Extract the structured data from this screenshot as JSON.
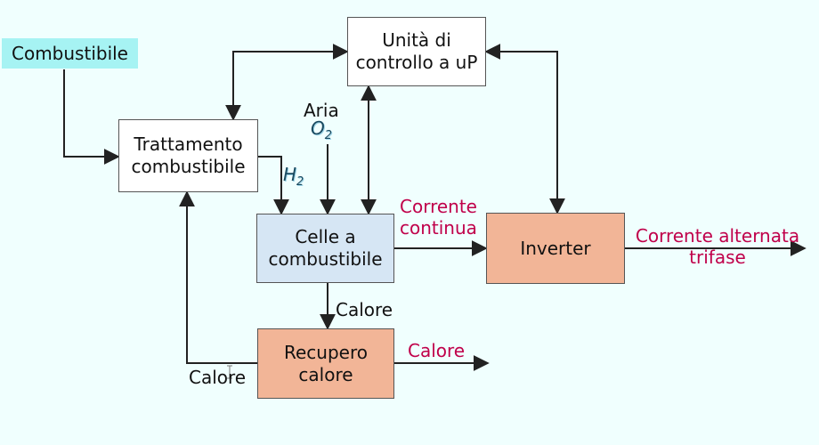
{
  "boxes": {
    "combustibile": "Combustibile",
    "unita": "Unità di\ncontrollo a uP",
    "trattamento": "Trattamento\ncombustibile",
    "celle": "Celle a\ncombustibile",
    "inverter": "Inverter",
    "recupero": "Recupero\ncalore"
  },
  "labels": {
    "aria": "Aria",
    "o2_symbol": "O",
    "o2_sub": "2",
    "h2_symbol": "H",
    "h2_sub": "2",
    "corrente_continua": "Corrente\ncontinua",
    "corrente_alternata": "Corrente alternata\ntrifase",
    "calore_down": "Calore",
    "calore_out": "Calore",
    "calore_loop": "Calore"
  },
  "colors": {
    "background": "#f0fffe",
    "combustibile_fill": "#a6f3f3",
    "celle_fill": "#d6e6f4",
    "inverter_fill": "#f2b597",
    "recupero_fill": "#f2b597",
    "accent_text": "#c0004a",
    "arrow": "#222222"
  }
}
